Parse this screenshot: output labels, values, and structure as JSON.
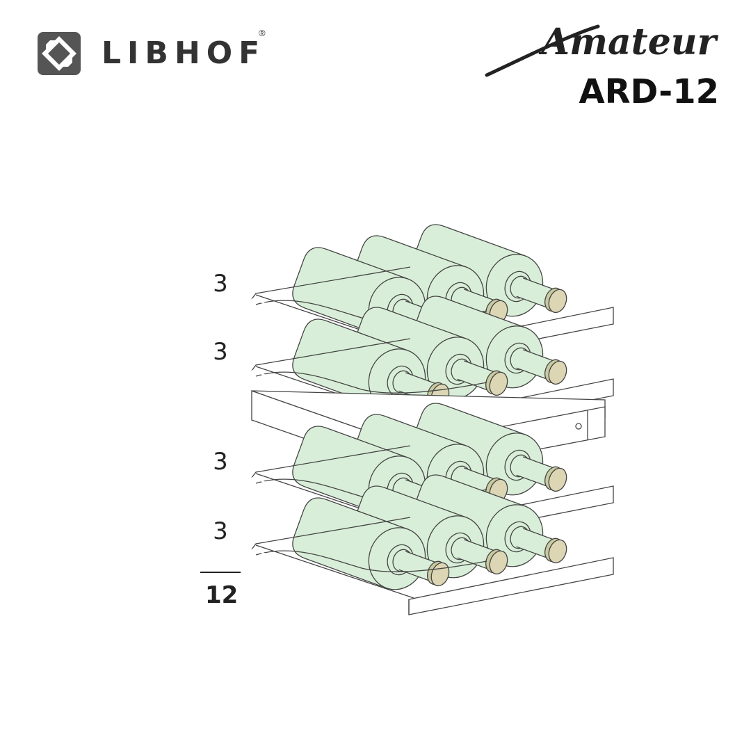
{
  "brand": {
    "name": "LIBHOF",
    "registered": "®",
    "icon": "libhof-logo-icon"
  },
  "product": {
    "series": "Amateur",
    "model": "ARD-12"
  },
  "shelves": [
    {
      "bottles": 3,
      "label": "3"
    },
    {
      "bottles": 3,
      "label": "3"
    },
    {
      "bottles": 3,
      "label": "3"
    },
    {
      "bottles": 3,
      "label": "3"
    }
  ],
  "total": {
    "label": "12"
  },
  "colors": {
    "bottle": "#d8eed8",
    "cork": "#dcd6b4",
    "outline": "#444444",
    "text": "#222222"
  }
}
